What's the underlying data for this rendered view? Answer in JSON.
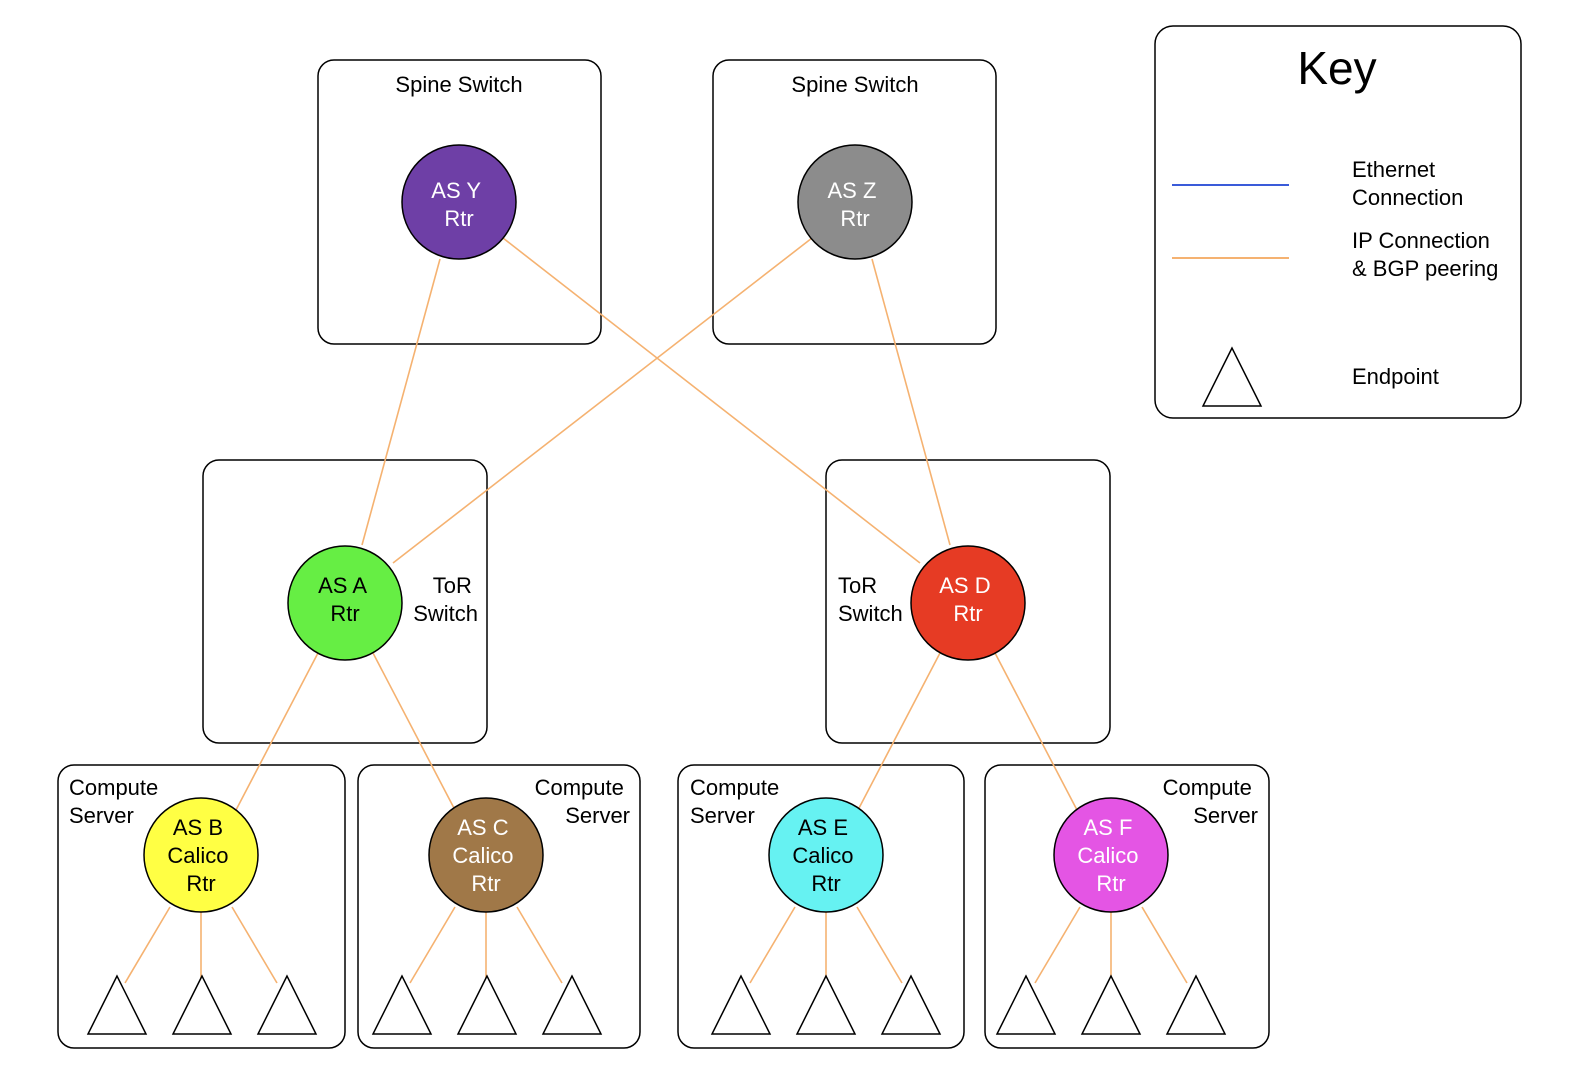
{
  "labels": {
    "spine_switch": "Spine Switch",
    "tor_switch": [
      "ToR",
      "Switch"
    ],
    "compute_server": [
      "Compute",
      "Server"
    ]
  },
  "nodes": {
    "y": {
      "lines": [
        "AS Y",
        "Rtr"
      ],
      "fill": "#6e3fa6",
      "text_color": "#ffffff"
    },
    "z": {
      "lines": [
        "AS Z",
        "Rtr"
      ],
      "fill": "#8c8c8c",
      "text_color": "#ffffff"
    },
    "a": {
      "lines": [
        "AS A",
        "Rtr"
      ],
      "fill": "#66ee44",
      "text_color": "#000000"
    },
    "d": {
      "lines": [
        "AS D",
        "Rtr"
      ],
      "fill": "#e63b24",
      "text_color": "#ffffff"
    },
    "b": {
      "lines": [
        "AS B",
        "Calico",
        "Rtr"
      ],
      "fill": "#ffff44",
      "text_color": "#000000"
    },
    "c": {
      "lines": [
        "AS C",
        "Calico",
        "Rtr"
      ],
      "fill": "#a07848",
      "text_color": "#ffffff"
    },
    "e": {
      "lines": [
        "AS E",
        "Calico",
        "Rtr"
      ],
      "fill": "#66f2f2",
      "text_color": "#000000"
    },
    "f": {
      "lines": [
        "AS F",
        "Calico",
        "Rtr"
      ],
      "fill": "#e455e4",
      "text_color": "#ffffff"
    }
  },
  "key": {
    "title": "Key",
    "ethernet": {
      "lines": [
        "Ethernet",
        "Connection"
      ],
      "color": "#3a5bd9"
    },
    "ip": {
      "lines": [
        "IP Connection",
        "& BGP peering"
      ],
      "color": "#f5b271"
    },
    "endpoint": {
      "label": "Endpoint"
    }
  }
}
